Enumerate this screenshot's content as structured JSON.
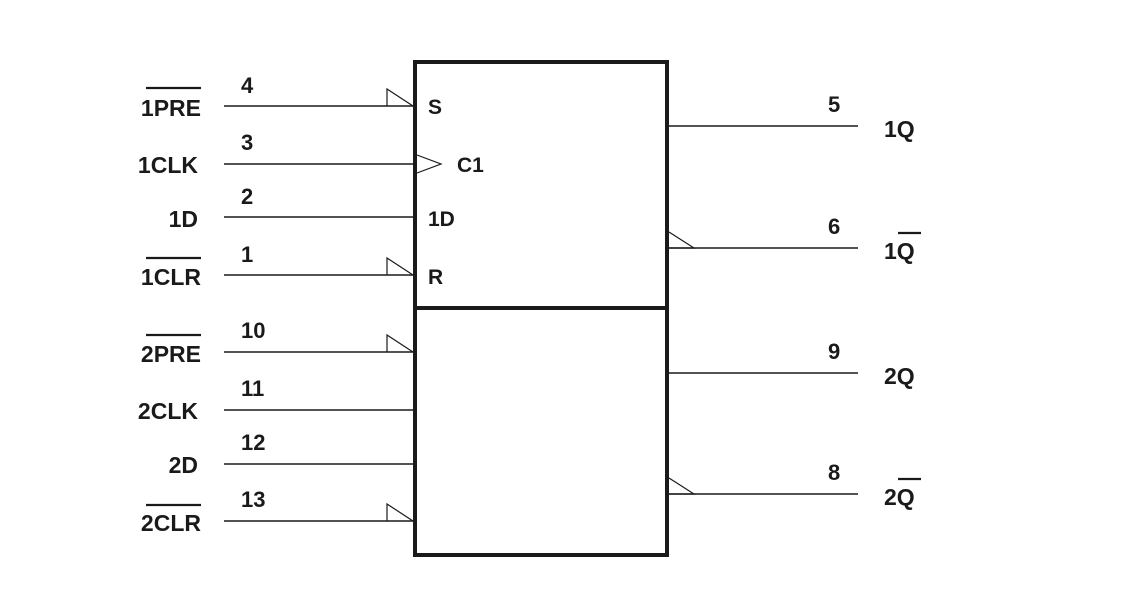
{
  "inputs": [
    {
      "pin": "4",
      "prefix": "1",
      "name": "PRE",
      "overbar": true
    },
    {
      "pin": "3",
      "prefix": "1",
      "name": "CLK",
      "overbar": false
    },
    {
      "pin": "2",
      "prefix": "1",
      "name": "D",
      "overbar": false
    },
    {
      "pin": "1",
      "prefix": "1",
      "name": "CLR",
      "overbar": true
    },
    {
      "pin": "10",
      "prefix": "2",
      "name": "PRE",
      "overbar": true
    },
    {
      "pin": "11",
      "prefix": "2",
      "name": "CLK",
      "overbar": false
    },
    {
      "pin": "12",
      "prefix": "2",
      "name": "D",
      "overbar": false
    },
    {
      "pin": "13",
      "prefix": "2",
      "name": "CLR",
      "overbar": true
    }
  ],
  "outputs": [
    {
      "pin": "5",
      "prefix": "1",
      "name": "Q",
      "overbar": false
    },
    {
      "pin": "6",
      "prefix": "1",
      "name": "Q",
      "overbar": true
    },
    {
      "pin": "9",
      "prefix": "2",
      "name": "Q",
      "overbar": false
    },
    {
      "pin": "8",
      "prefix": "2",
      "name": "Q",
      "overbar": true
    }
  ],
  "inner_labels": {
    "set": "S",
    "clock": "C1",
    "data": "1D",
    "reset": "R"
  }
}
